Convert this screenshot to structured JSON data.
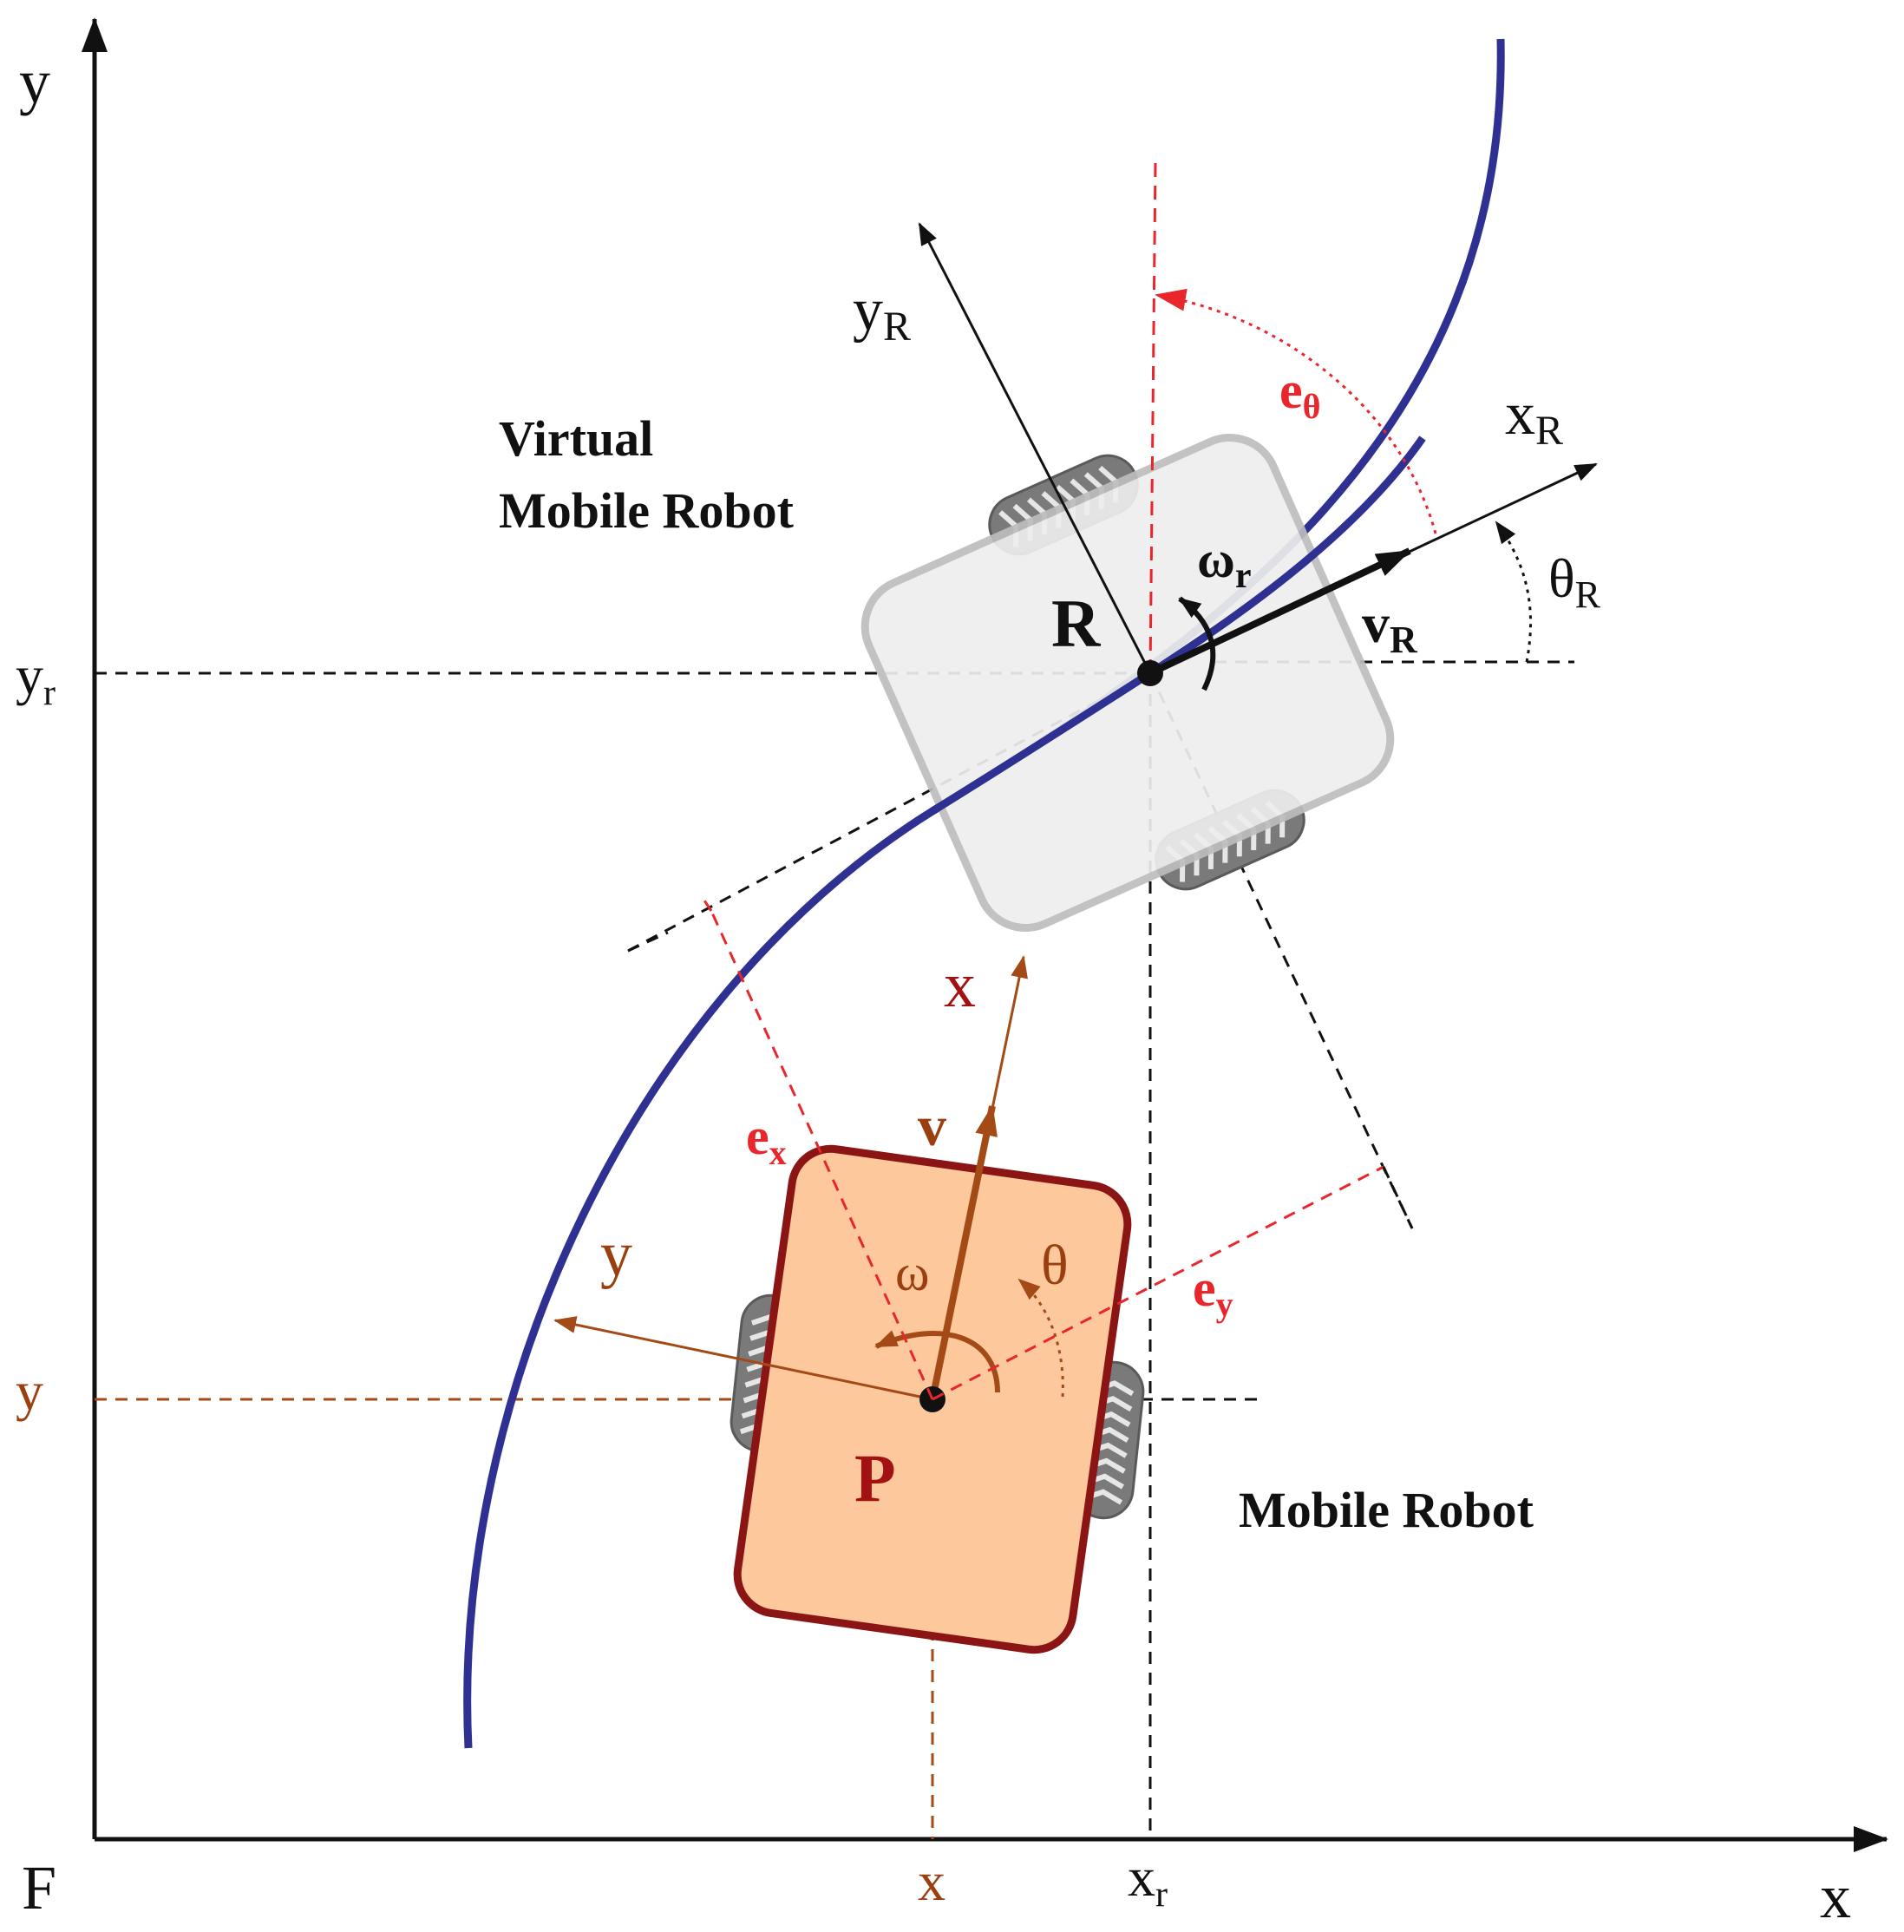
{
  "colors": {
    "trajectory": "#2e3192",
    "error_red": "#e8262c",
    "robot_brown": "#a34a17",
    "robot_body_fill": "#fdc89b",
    "robot_body_stroke": "#8b1414",
    "virtual_body_fill": "#eeeeee",
    "virtual_body_stroke": "#bdbdbd",
    "wheel_fill": "#7a7a7a"
  },
  "axes": {
    "y_axis": "y",
    "x_axis": "x",
    "frame": "F",
    "y_r": {
      "base": "y",
      "sub": "r"
    },
    "y_robot": "y",
    "x_robot": "x",
    "x_r": {
      "base": "x",
      "sub": "r"
    }
  },
  "virtual_robot": {
    "title_line1": "Virtual",
    "title_line2": "Mobile Robot",
    "point": "R",
    "y_R": {
      "base": "y",
      "sub": "R"
    },
    "x_R": {
      "base": "x",
      "sub": "R"
    },
    "omega_r": {
      "base": "ω",
      "sub": "r"
    },
    "v_R": {
      "base": "v",
      "sub": "R"
    },
    "theta_R": {
      "base": "θ",
      "sub": "R"
    }
  },
  "errors": {
    "e_theta": {
      "base": "e",
      "sub": "θ"
    },
    "e_x": {
      "base": "e",
      "sub": "x"
    },
    "e_y": {
      "base": "e",
      "sub": "y"
    }
  },
  "mobile_robot": {
    "title": "Mobile Robot",
    "point": "P",
    "x": "x",
    "v": "v",
    "y": "y",
    "omega": "ω",
    "theta": "θ"
  },
  "icons": {
    "wheel": "tread-wheel-icon",
    "arc_arrow": "rotation-arrow-icon"
  }
}
